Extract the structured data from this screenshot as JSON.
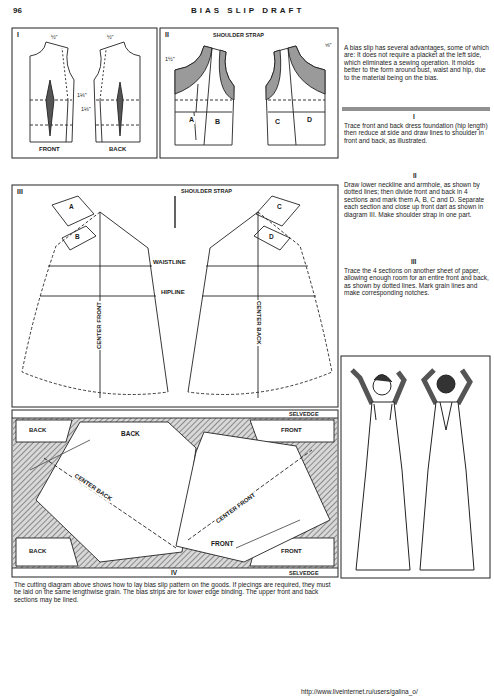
{
  "diagram": {
    "title": "BIAS SLIP DRAFT",
    "caption": "The cutting diagram above shows how to lay bias slip pattern on the goods. If piecings are required, they must be laid on the same lengthwise grain. The bias strips are for lower edge binding. The upper front and back sections may be lined.",
    "labels": [
      "96",
      "I",
      "½\"",
      "1⅛\"",
      "½\"",
      "1⅛\"",
      "FRONT",
      "BACK",
      "II",
      "SHOULDER STRAP",
      "A",
      "B",
      "C",
      "D",
      "1½\"",
      "⅝\"",
      "III",
      "SHOULDER STRAP",
      "A",
      "B",
      "C",
      "D",
      "WAISTLINE",
      "HIPLINE",
      "CENTER FRONT",
      "CENTER BACK",
      "SELVEDGE",
      "BACK",
      "FRONT",
      "BACK",
      "CENTER BACK",
      "CENTER FRONT",
      "FRONT",
      "BACK",
      "FRONT",
      "SELVEDGE",
      "IV",
      "A bias slip has several advantages, some of which are: It does not require a placket at the left side, which eliminates a sewing operation. It molds better to the form around bust, waist and hip, due to the material being on the bias.",
      "I",
      "Trace front and back dress foundation (hip length) then reduce at side and draw lines to shoulder in front and back, as illustrated.",
      "II",
      "Draw lower neckline and armhole, as shown by dotted lines; then divide front and back in 4 sections and mark them A, B, C and D. Separate each section and close up front dart as shown in diagram III. Make shoulder strap in one part.",
      "III",
      "Trace the 4 sections on another sheet of paper, allowing enough room for an entire front and back, as shown by dotted lines. Mark grain lines and make corresponding notches.",
      "http://www.liveinternet.ru/users/galina_o/"
    ]
  }
}
